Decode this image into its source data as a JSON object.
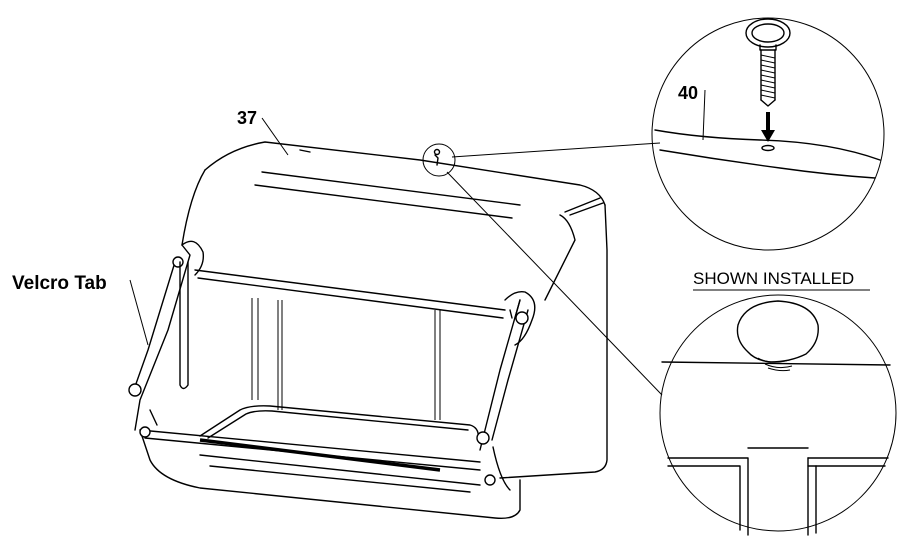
{
  "labels": {
    "part_37": "37",
    "part_40": "40",
    "velcro": "Velcro Tab",
    "shown_installed": "SHOWN INSTALLED"
  },
  "colors": {
    "line": "#000000",
    "background": "#ffffff"
  }
}
